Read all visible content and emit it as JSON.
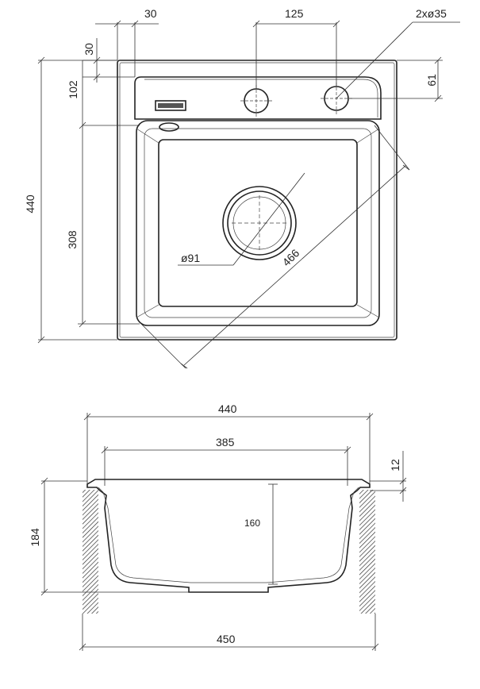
{
  "top_view": {
    "dim_left_offset": "30",
    "dim_tap_spacing": "125",
    "dim_tap_holes": "2xø35",
    "dim_top_margin": "30",
    "dim_deck_depth": "102",
    "dim_tap_offset": "61",
    "dim_outer_depth": "440",
    "dim_bowl_depth": "308",
    "dim_drain": "ø91",
    "dim_diagonal": "466"
  },
  "section_view": {
    "dim_outer_width": "440",
    "dim_bowl_width": "385",
    "dim_rim_height": "12",
    "dim_bowl_height": "160",
    "dim_cabinet_height": "184",
    "dim_cabinet_width": "450"
  },
  "colors": {
    "line": "#222222",
    "hatch": "#333333",
    "background": "#ffffff"
  }
}
